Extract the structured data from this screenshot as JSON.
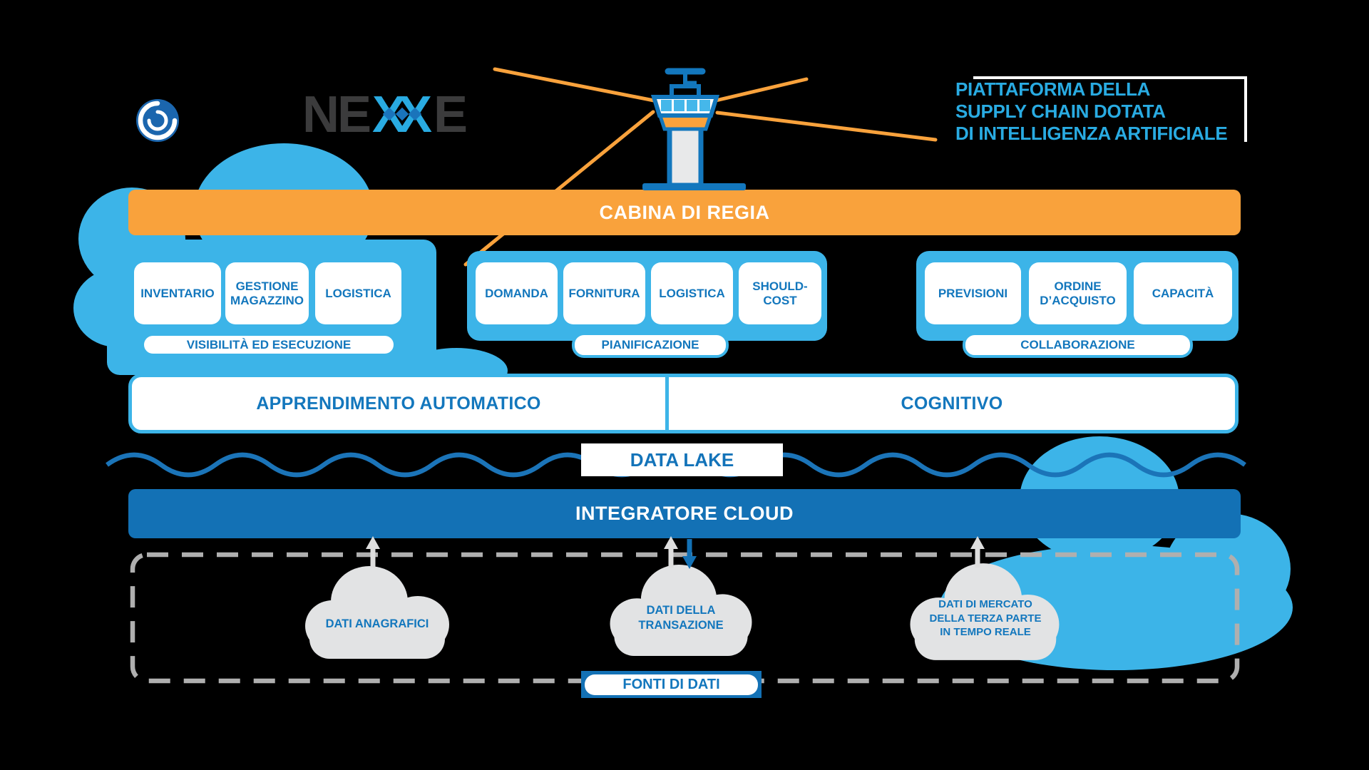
{
  "colors": {
    "background": "#000000",
    "light_blue": "#3CB4E8",
    "title_blue": "#29ABE2",
    "dark_blue_text": "#1377BD",
    "band_blue": "#1371B5",
    "orange": "#F9A23C",
    "gray_cloud": "#E2E3E4",
    "dash_gray": "#AFAFAF",
    "logo_dark": "#3B3B3C",
    "white": "#FFFFFF"
  },
  "logo": {
    "part_ne": "NE",
    "part_x1": "X",
    "part_x2": "X",
    "part_e": "E"
  },
  "title": {
    "line1": "PIATTAFORMA DELLA",
    "line2": "SUPPLY CHAIN DOTATA",
    "line3": "DI INTELLIGENZA ARTIFICIALE"
  },
  "cabina": {
    "label": "CABINA DI REGIA"
  },
  "groups": [
    {
      "label": "VISIBILITÀ ED ESECUZIONE",
      "boxes": [
        "INVENTARIO",
        "GESTIONE MAGAZZINO",
        "LOGISTICA"
      ]
    },
    {
      "label": "PIANIFICAZIONE",
      "boxes": [
        "DOMANDA",
        "FORNITURA",
        "LOGISTICA",
        "SHOULD-COST"
      ]
    },
    {
      "label": "COLLABORAZIONE",
      "boxes": [
        "PREVISIONI",
        "ORDINE D’ACQUISTO",
        "CAPACITÀ"
      ]
    }
  ],
  "ai_row": {
    "left": "APPRENDIMENTO AUTOMATICO",
    "right": "COGNITIVO"
  },
  "data_lake": {
    "label": "DATA LAKE"
  },
  "integratore": {
    "label": "INTEGRATORE CLOUD"
  },
  "fonti": {
    "label": "FONTI DI DATI"
  },
  "source_clouds": [
    {
      "label": "DATI ANAGRAFICI"
    },
    {
      "label": "DATI DELLA TRANSAZIONE"
    },
    {
      "label": "DATI DI MERCATO DELLA TERZA PARTE IN TEMPO REALE"
    }
  ]
}
